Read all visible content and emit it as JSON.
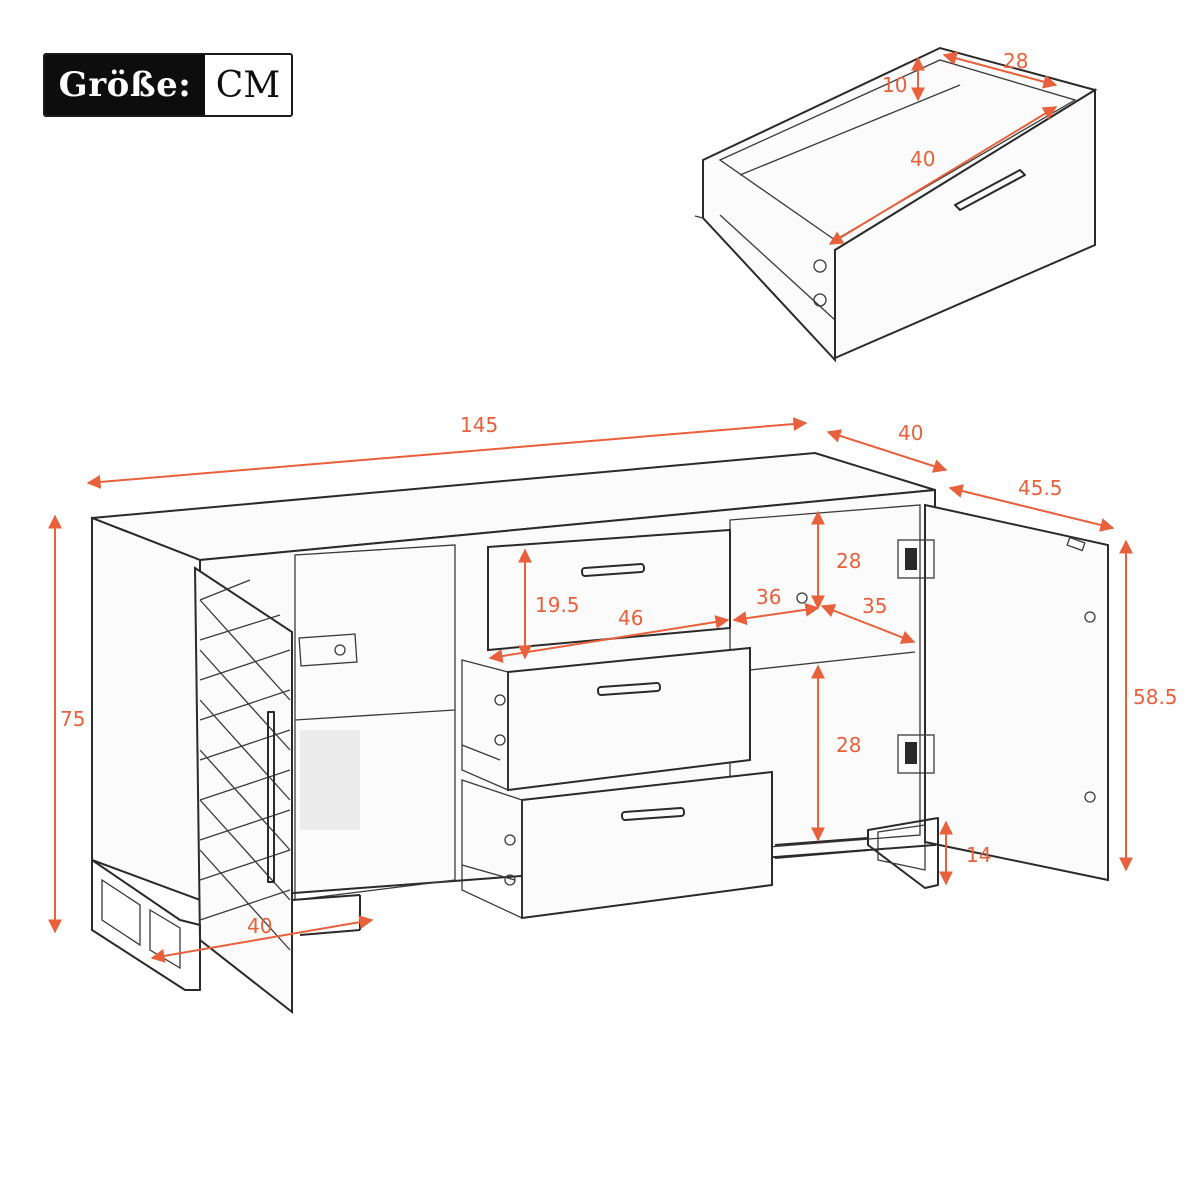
{
  "badge": {
    "label": "Größe:",
    "unit": "CM"
  },
  "accent_color": "#e8603c",
  "drawer_dimensions": {
    "width": "28",
    "height": "10",
    "depth": "40"
  },
  "cabinet_dimensions": {
    "total_width": "145",
    "depth": "40",
    "door_depth": "45.5",
    "total_height": "75",
    "door_height": "58.5",
    "drawer_height": "19.5",
    "drawer_width": "46",
    "shelf_width": "36",
    "shelf_depth": "35",
    "upper_compartment_height": "28",
    "lower_compartment_height": "28",
    "leg_height": "14",
    "door_width": "40"
  }
}
